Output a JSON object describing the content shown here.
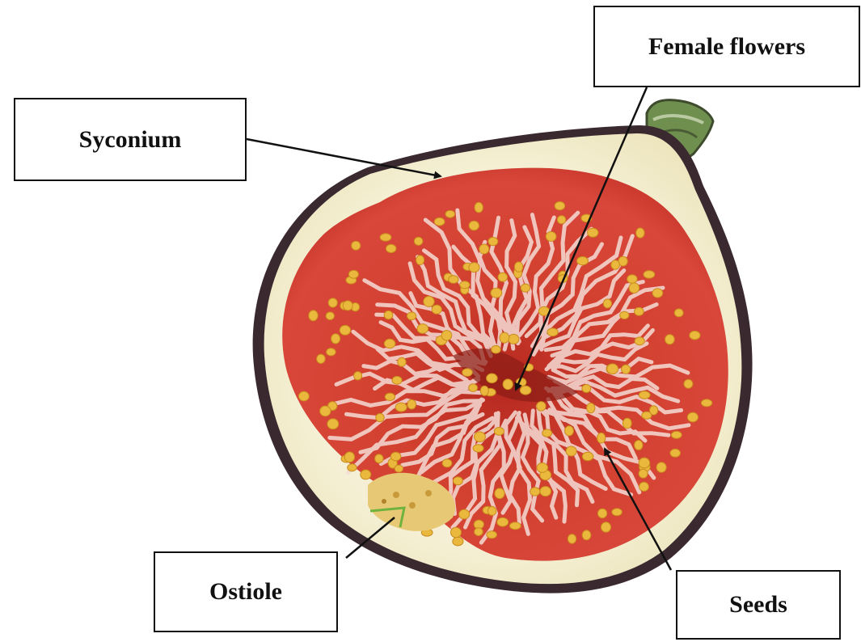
{
  "labels": {
    "syconium": "Syconium",
    "female_flowers": "Female flowers",
    "ostiole": "Ostiole",
    "seeds": "Seeds"
  },
  "colors": {
    "skin": "#3a2a30",
    "rind": "#f3efd2",
    "pulp": "#c8352b",
    "pulp_light": "#f1d6cf",
    "seed": "#e9b83c",
    "stem": "#7d9b5c",
    "arrow": "#111111"
  }
}
